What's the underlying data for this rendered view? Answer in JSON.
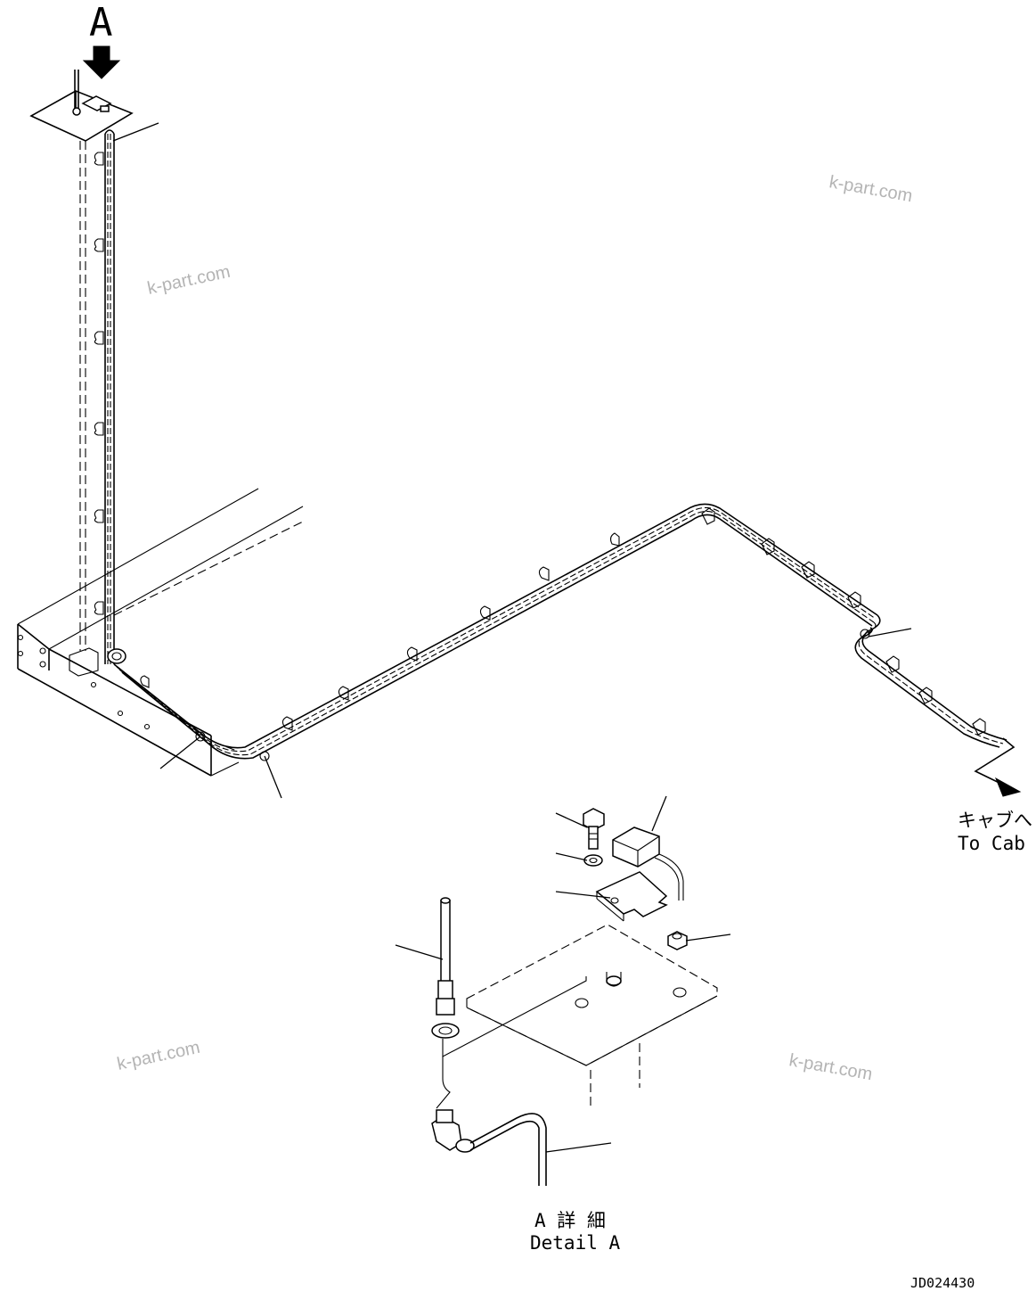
{
  "view_label": "A",
  "destination": {
    "label_jp": "キャブへ",
    "label_en": "To Cab"
  },
  "detail": {
    "label_jp": "A 詳 細",
    "label_en": "Detail A"
  },
  "drawing_number": "JD024430",
  "watermarks": [
    "k-part.com",
    "k-part.com",
    "k-part.com",
    "k-part.com"
  ],
  "icons": {
    "view_arrow": "arrow-down-icon",
    "routing_arrow": "arrow-right-icon"
  }
}
